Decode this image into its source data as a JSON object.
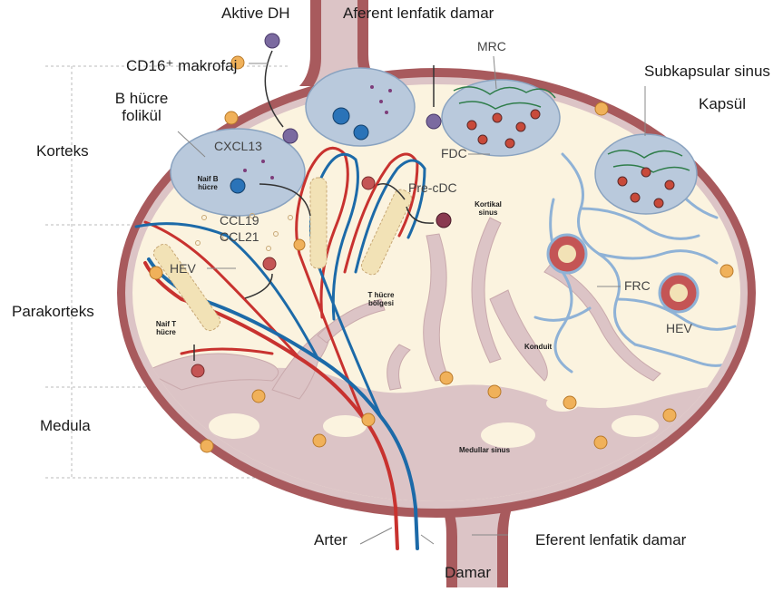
{
  "labels": {
    "aktive_dh": "Aktive DH",
    "afferent": "Aferent lenfatik damar",
    "cd16_macrophage": "CD16⁺ makrofaj",
    "mrc": "MRC",
    "subcapsular_sinus": "Subkapsular sinus",
    "capsule": "Kapsül",
    "b_cell_follicle_line1": "B hücre",
    "b_cell_follicle_line2": "folikül",
    "cortex": "Korteks",
    "cxcl13": "CXCL13",
    "naive_b_line1": "Naif B",
    "naive_b_line2": "hücre",
    "ccl19": "CCL19",
    "ccl21": "CCL21",
    "fdc": "FDC",
    "pre_cdc": "Pre-cDC",
    "cortical_sinus_line1": "Kortikal",
    "cortical_sinus_line2": "sinus",
    "hev_left": "HEV",
    "paracortex": "Parakorteks",
    "t_zone_line1": "T hücre",
    "t_zone_line2": "bölgesi",
    "naive_t_line1": "Naif T",
    "naive_t_line2": "hücre",
    "frc": "FRC",
    "hev_right": "HEV",
    "conduit": "Konduit",
    "medulla": "Medula",
    "medullary_sinus": "Medullar sinus",
    "artery": "Arter",
    "efferent": "Eferent lenfatik damar",
    "vein": "Damar"
  },
  "colors": {
    "capsule": "#a85a5d",
    "sinus": "#dcc4c6",
    "cortex_fill": "#fbf3df",
    "artery": "#c8322f",
    "vein": "#1c6aa8",
    "follicle": "#b9c9dc",
    "fibre": "#8fb2d6"
  }
}
